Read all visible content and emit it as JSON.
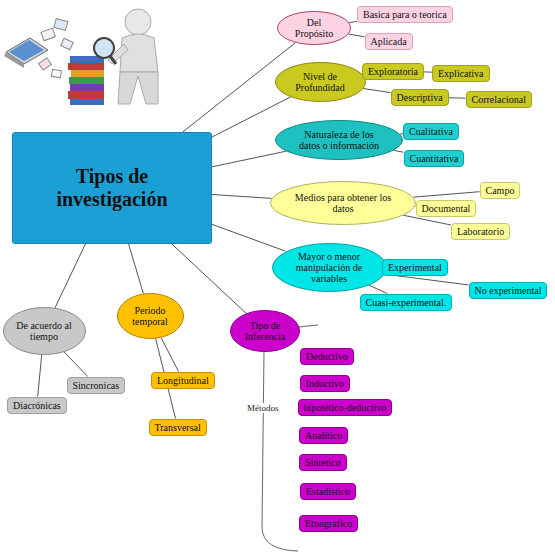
{
  "diagram": {
    "nodes": [
      {
        "text": [
          "Tipos de investigación"
        ]
      },
      {
        "text": [
          "Del Propósito"
        ]
      },
      {
        "text": [
          "Basica para o teorica"
        ]
      },
      {
        "text": [
          "Aplicada"
        ]
      },
      {
        "text": [
          "Nivel de Profundidad"
        ]
      },
      {
        "text": [
          "Exploratoria"
        ]
      },
      {
        "text": [
          "Explicativa"
        ]
      },
      {
        "text": [
          "Descriptiva"
        ]
      },
      {
        "text": [
          "Correlacional"
        ]
      },
      {
        "text": [
          "Naturaleza de los datos o información"
        ]
      },
      {
        "text": [
          "Cualitativa"
        ]
      },
      {
        "text": [
          "Cuantitativa"
        ]
      },
      {
        "text": [
          "Medios para obtener los datos"
        ]
      },
      {
        "text": [
          "Campo"
        ]
      },
      {
        "text": [
          "Documental"
        ]
      },
      {
        "text": [
          "Laboratorio"
        ]
      },
      {
        "text": [
          "Mayor o menor manipulación de variables"
        ]
      },
      {
        "text": [
          "Experimental"
        ]
      },
      {
        "text": [
          "No experimental"
        ]
      },
      {
        "text": [
          "Cuasi-experimental."
        ]
      },
      {
        "text": [
          "De acuerdo al tiempo"
        ]
      },
      {
        "text": [
          "Sincronicas"
        ]
      },
      {
        "text": [
          "Diacrónicas"
        ]
      },
      {
        "text": [
          "Periodo temporal"
        ]
      },
      {
        "text": [
          "Longitudinal"
        ]
      },
      {
        "text": [
          "Transversal"
        ]
      },
      {
        "text": [
          "Tipo de Inferencia"
        ]
      },
      {
        "text": [
          "Deductivo"
        ]
      },
      {
        "text": [
          "Inductivo"
        ]
      },
      {
        "text": [
          "hipotético-deductivo"
        ]
      },
      {
        "text": [
          "Analítico"
        ]
      },
      {
        "text": [
          "Sintetico"
        ]
      },
      {
        "text": [
          "Estadístico"
        ]
      },
      {
        "text": [
          "Etnografico"
        ]
      }
    ],
    "edges": [
      {
        "from": 0,
        "to": 1,
        "arrow": "none"
      },
      {
        "from": 0,
        "to": 4,
        "arrow": "none"
      },
      {
        "from": 0,
        "to": 9,
        "arrow": "none"
      },
      {
        "from": 0,
        "to": 12,
        "arrow": "none"
      },
      {
        "from": 0,
        "to": 16,
        "arrow": "none"
      },
      {
        "from": 0,
        "to": 20,
        "arrow": "none"
      },
      {
        "from": 0,
        "to": 23,
        "arrow": "none"
      },
      {
        "from": 0,
        "to": 26,
        "arrow": "none"
      },
      {
        "from": 1,
        "to": 2,
        "arrow": "none"
      },
      {
        "from": 1,
        "to": 3,
        "arrow": "none"
      },
      {
        "from": 4,
        "to": 5,
        "arrow": "none"
      },
      {
        "from": 4,
        "to": 7,
        "arrow": "none"
      },
      {
        "from": 5,
        "to": 6,
        "arrow": "none"
      },
      {
        "from": 7,
        "to": 8,
        "arrow": "none"
      },
      {
        "from": 9,
        "to": 10,
        "arrow": "none"
      },
      {
        "from": 9,
        "to": 11,
        "arrow": "none"
      },
      {
        "from": 12,
        "to": 13,
        "arrow": "none"
      },
      {
        "from": 12,
        "to": 14,
        "arrow": "none"
      },
      {
        "from": 12,
        "to": 15,
        "arrow": "none"
      },
      {
        "from": 16,
        "to": 17,
        "arrow": "none"
      },
      {
        "from": 16,
        "to": 18,
        "arrow": "none"
      },
      {
        "from": 16,
        "to": 19,
        "arrow": "none"
      },
      {
        "from": 20,
        "to": 21,
        "arrow": "none"
      },
      {
        "from": 20,
        "to": 22,
        "arrow": "none"
      },
      {
        "from": 23,
        "to": 24,
        "arrow": "none"
      },
      {
        "from": 23,
        "to": 25,
        "arrow": "none"
      }
    ],
    "labels": [
      "Métodos"
    ]
  }
}
